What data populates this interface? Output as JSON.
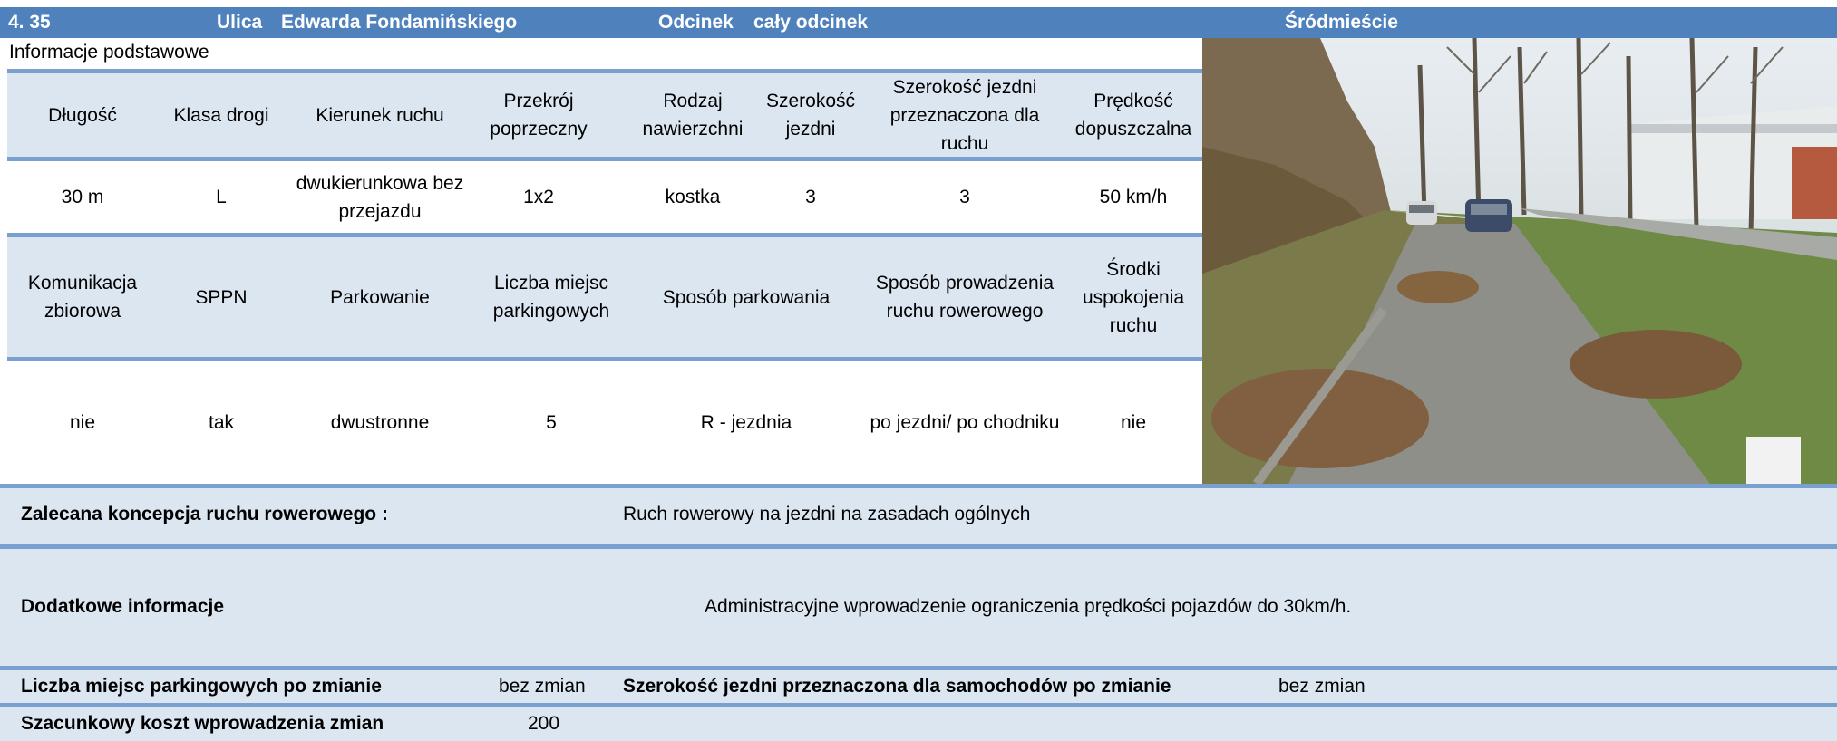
{
  "header": {
    "number": "4. 35",
    "street_label": "Ulica",
    "street_name": "Edwarda Fondamińskiego",
    "section_label": "Odcinek",
    "section_value": "cały odcinek",
    "district": "Śródmieście"
  },
  "subtitle": "Informacje podstawowe",
  "table1": {
    "headers": [
      "Długość",
      "Klasa drogi",
      "Kierunek ruchu",
      "Przekrój poprzeczny",
      "Rodzaj nawierzchni",
      "Szerokość jezdni",
      "Szerokość jezdni przeznaczona dla ruchu",
      "Prędkość dopuszczalna"
    ],
    "values": [
      "30 m",
      "L",
      "dwukierunkowa bez przejazdu",
      "1x2",
      "kostka",
      "3",
      "3",
      "50 km/h"
    ]
  },
  "table2": {
    "headers": [
      "Komunikacja zbiorowa",
      "SPPN",
      "Parkowanie",
      "Liczba miejsc parkingowych",
      "Sposób parkowania",
      "Sposób prowadzenia ruchu rowerowego",
      "Środki uspokojenia ruchu"
    ],
    "values": [
      "nie",
      "tak",
      "dwustronne",
      "5",
      "R - jezdnia",
      "po jezdni/ po chodniku",
      "nie"
    ]
  },
  "concept": {
    "label": "Zalecana koncepcja ruchu rowerowego :",
    "value": "Ruch rowerowy na jezdni na zasadach ogólnych"
  },
  "additional": {
    "label": "Dodatkowe informacje",
    "value": "Administracyjne wprowadzenie ograniczenia prędkości pojazdów do 30km/h."
  },
  "parking_after": {
    "label": "Liczba miejsc parkingowych po zmianie",
    "value": "bez zmian"
  },
  "width_after": {
    "label": "Szerokość jezdni przeznaczona dla samochodów po zmianie",
    "value": "bez zmian"
  },
  "cost": {
    "label": "Szacunkowy koszt wprowadzenia zmian",
    "value": "200"
  },
  "colors": {
    "header_bg": "#4f81bd",
    "band_bg": "#dce6f1",
    "rule": "#7aa0cf"
  }
}
